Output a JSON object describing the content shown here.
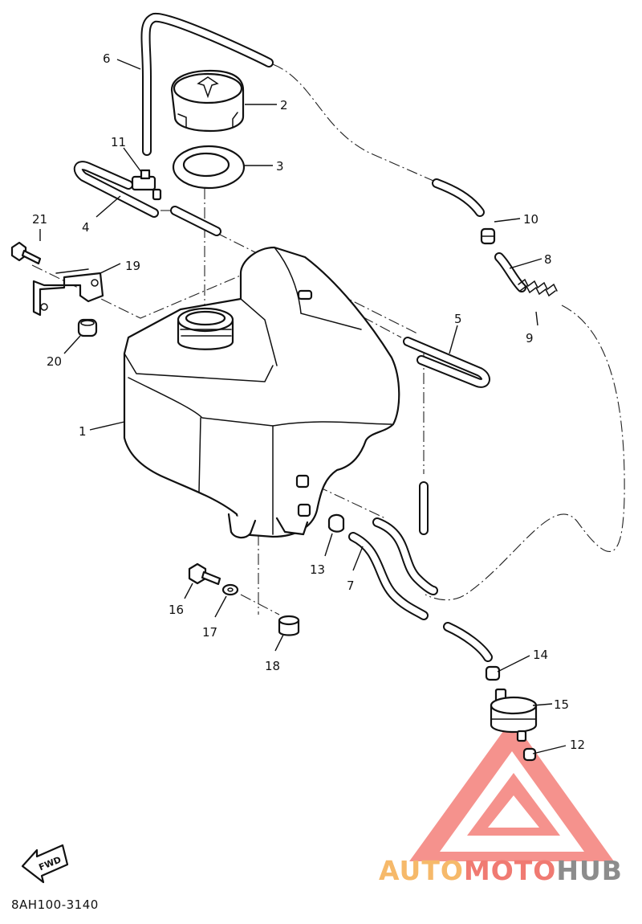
{
  "diagram": {
    "code": "8AH100-3140",
    "fwd_label": "FWD",
    "callouts": [
      "1",
      "2",
      "3",
      "4",
      "5",
      "6",
      "7",
      "8",
      "9",
      "10",
      "11",
      "12",
      "13",
      "14",
      "15",
      "16",
      "17",
      "18",
      "19",
      "20",
      "21"
    ]
  },
  "watermark": {
    "part1": "AUTO",
    "part2": "MOTO",
    "part3": "HUB",
    "color_orange": "#f6b96a",
    "color_red": "#f07a72",
    "color_gray": "#8c8c8c"
  }
}
